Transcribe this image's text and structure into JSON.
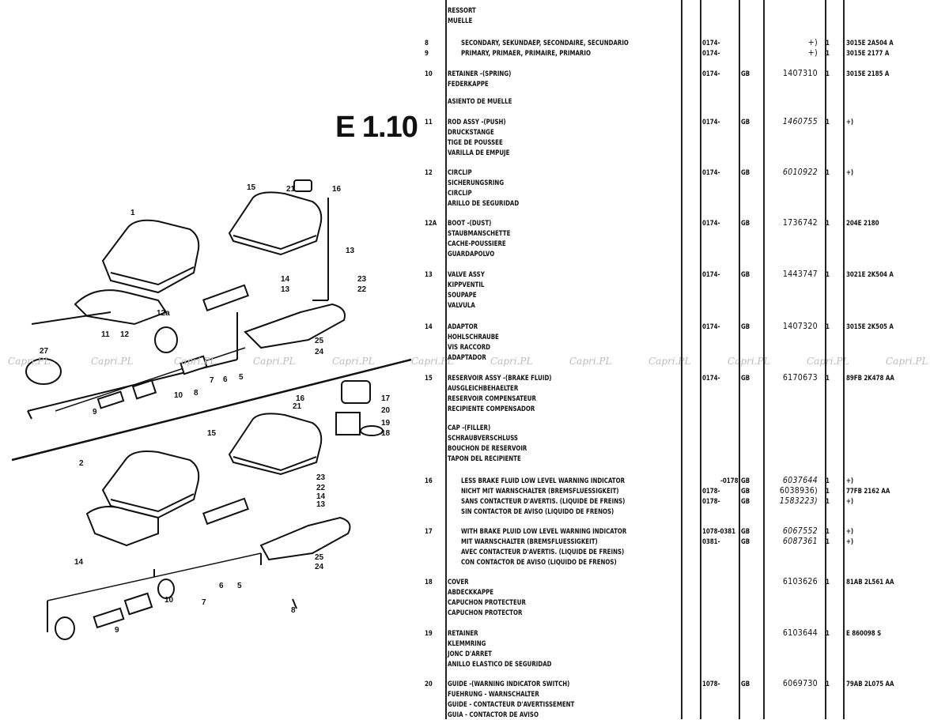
{
  "page_title": "E 1.10",
  "watermark": "Capri.PL",
  "diagram": {
    "callouts": [
      "1",
      "15",
      "21",
      "16",
      "13",
      "14",
      "13",
      "23",
      "22",
      "12a",
      "11",
      "12",
      "27",
      "25",
      "24",
      "10",
      "9",
      "8",
      "7",
      "6",
      "5",
      "16",
      "21",
      "17",
      "20",
      "19",
      "18",
      "15",
      "2",
      "23",
      "22",
      "14",
      "13",
      "14",
      "25",
      "24",
      "10",
      "9",
      "7",
      "6",
      "5",
      "8"
    ]
  },
  "groups": [
    {
      "item": "",
      "lines": [
        {
          "text": "RESSORT"
        },
        {
          "text": "MUELLE"
        }
      ]
    },
    {
      "item": "8",
      "indent": true,
      "lines": [
        {
          "text": "SECONDARY, SEKUNDAEP, SECONDAIRE, SECUNDARIO",
          "date": "0174-",
          "part": "+)",
          "qty": "1",
          "ref": "3015E 2A504 A"
        }
      ]
    },
    {
      "item": "9",
      "indent": true,
      "lines": [
        {
          "text": "PRIMARY, PRIMAER, PRIMAIRE, PRIMARIO",
          "date": "0174-",
          "part": "+)",
          "qty": "1",
          "ref": "3015E 2177 A"
        }
      ]
    },
    {
      "item": "10",
      "lines": [
        {
          "text": "RETAINER -(SPRING)",
          "date": "0174-",
          "src": "GB",
          "part": "1407310",
          "qty": "1",
          "ref": "3015E 2185 A"
        },
        {
          "text": "FEDERKAPPE"
        }
      ]
    },
    {
      "item": "",
      "lines": [
        {
          "text": "ASIENTO DE MUELLE"
        }
      ]
    },
    {
      "item": "11",
      "lines": [
        {
          "text": "ROD ASSY -(PUSH)",
          "date": "0174-",
          "src": "GB",
          "part": "1460755",
          "italic": true,
          "qty": "1",
          "ref": "+)"
        },
        {
          "text": "DRUCKSTANGE"
        },
        {
          "text": "TIGE DE POUSSEE"
        },
        {
          "text": "VARILLA DE EMPUJE"
        }
      ]
    },
    {
      "item": "12",
      "lines": [
        {
          "text": "CIRCLIP",
          "date": "0174-",
          "src": "GB",
          "part": "6010922",
          "italic": true,
          "qty": "1",
          "ref": "+)"
        },
        {
          "text": "SICHERUNGSRING"
        },
        {
          "text": "CIRCLIP"
        },
        {
          "text": "ARILLO DE SEGURIDAD"
        }
      ]
    },
    {
      "item": "12A",
      "lines": [
        {
          "text": "BOOT -(DUST)",
          "date": "0174-",
          "src": "GB",
          "part": "1736742",
          "qty": "1",
          "ref": "204E 2180"
        },
        {
          "text": "STAUBMANSCHETTE"
        },
        {
          "text": "CACHE-POUSSIERE"
        },
        {
          "text": "GUARDAPOLVO"
        }
      ]
    },
    {
      "item": "13",
      "lines": [
        {
          "text": "VALVE ASSY",
          "date": "0174-",
          "src": "GB",
          "part": "1443747",
          "qty": "1",
          "ref": "3021E 2K504 A"
        },
        {
          "text": "KIPPVENTIL"
        },
        {
          "text": "SOUPAPE"
        },
        {
          "text": "VALVULA"
        }
      ]
    },
    {
      "item": "14",
      "lines": [
        {
          "text": "ADAPTOR",
          "date": "0174-",
          "src": "GB",
          "part": "1407320",
          "qty": "1",
          "ref": "3015E 2K505 A"
        },
        {
          "text": "HOHLSCHRAUBE"
        },
        {
          "text": "VIS RACCORD"
        },
        {
          "text": "ADAPTADOR"
        }
      ]
    },
    {
      "item": "15",
      "lines": [
        {
          "text": "RESERVOIR ASSY -(BRAKE FLUID)",
          "date": "0174-",
          "src": "GB",
          "part": "6170673",
          "qty": "1",
          "ref": "89FB 2K478 AA"
        },
        {
          "text": "AUSGLEICHBEHAELTER"
        },
        {
          "text": "RESERVOIR COMPENSATEUR"
        },
        {
          "text": "RECIPIENTE COMPENSADOR"
        }
      ]
    },
    {
      "item": "",
      "lines": [
        {
          "text": "CAP -(FILLER)"
        },
        {
          "text": "SCHRAUBVERSCHLUSS"
        },
        {
          "text": "BOUCHON DE RESERVOIR"
        },
        {
          "text": "TAPON DEL RECIPIENTE"
        }
      ]
    },
    {
      "item": "16",
      "indent": true,
      "lines": [
        {
          "text": "LESS BRAKE FLUID LOW LEVEL WARNING INDICATOR",
          "date": "-0178",
          "dateRight": true,
          "src": "GB",
          "part": "6037644",
          "italic": true,
          "qty": "1",
          "ref": "+)"
        },
        {
          "text": "NICHT MIT WARNSCHALTER (BREMSFLUESSIGKEIT)",
          "date": "0178-",
          "src": "GB",
          "part": "6038936)",
          "qty": "1",
          "ref": "77FB 2162 AA"
        },
        {
          "text": "SANS CONTACTEUR D'AVERTIS. (LIQUIDE DE FREINS)",
          "date": "0178-",
          "src": "GB",
          "part": "1583223)",
          "italic": true,
          "qty": "1",
          "ref": "+)"
        },
        {
          "text": "SIN CONTACTOR DE AVISO (LIQUIDO DE FRENOS)"
        }
      ]
    },
    {
      "item": "17",
      "indent": true,
      "lines": [
        {
          "text": "WITH BRAKE PLUID LOW LEVEL WARNING INDICATOR",
          "date": "1078-0381",
          "src": "GB",
          "part": "6067552",
          "italic": true,
          "qty": "1",
          "ref": "+)"
        },
        {
          "text": "MIT WARNSCHALTER (BREMSFLUESSIGKEIT)",
          "date": "0381-",
          "src": "GB",
          "part": "6087361",
          "italic": true,
          "qty": "1",
          "ref": "+)"
        },
        {
          "text": "AVEC CONTACTEUR D'AVERTIS. (LIQUIDE DE FREINS)"
        },
        {
          "text": "CON CONTACTOR DE AVISO (LIQUIDO DE FRENOS)"
        }
      ]
    },
    {
      "item": "18",
      "lines": [
        {
          "text": "COVER",
          "part": "6103626",
          "qty": "1",
          "ref": "81AB 2L561 AA"
        },
        {
          "text": "ABDECKKAPPE"
        },
        {
          "text": "CAPUCHON PROTECTEUR"
        },
        {
          "text": "CAPUCHON PROTECTOR"
        }
      ]
    },
    {
      "item": "19",
      "lines": [
        {
          "text": "RETAINER",
          "part": "6103644",
          "qty": "1",
          "ref": "E 860098 S"
        },
        {
          "text": "KLEMMRING"
        },
        {
          "text": "JONC D'ARRET"
        },
        {
          "text": "ANILLO ELASTICO DE SEGURIDAD"
        }
      ]
    },
    {
      "item": "20",
      "lines": [
        {
          "text": "GUIDE -(WARNING INDICATOR SWITCH)",
          "date": "1078-",
          "src": "GB",
          "part": "6069730",
          "qty": "1",
          "ref": "79AB 2L075 AA"
        },
        {
          "text": "FUEHRUNG - WARNSCHALTER"
        },
        {
          "text": "GUIDE - CONTACTEUR D'AVERTISSEMENT"
        },
        {
          "text": "GUIA - CONTACTOR DE AVISO"
        }
      ]
    }
  ]
}
